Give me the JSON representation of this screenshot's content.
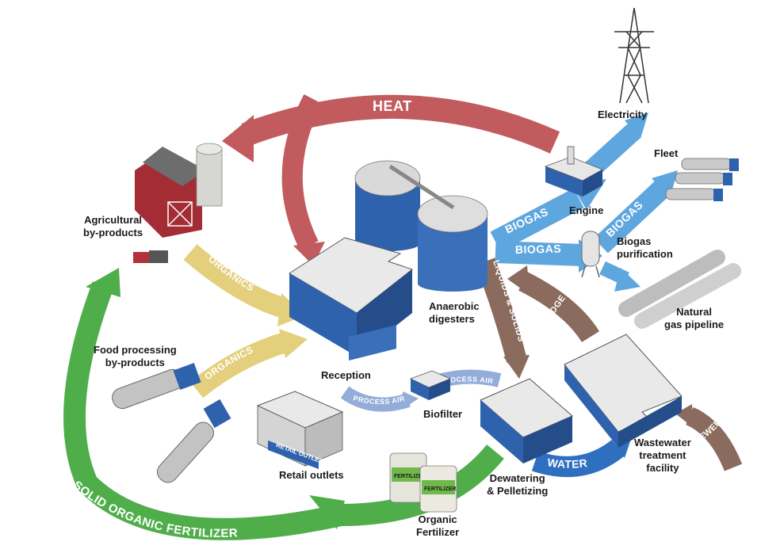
{
  "colors": {
    "heat": "#c25b5e",
    "organics": "#e4cf7c",
    "biogas": "#5ea6de",
    "sludge": "#8a6b5e",
    "water": "#2e6fc0",
    "fertilizer": "#4fae4a",
    "process_air": "#93acd9",
    "building_blue": "#2f62ad",
    "roof_gray": "#e7e7e7"
  },
  "flows": {
    "heat": "HEAT",
    "organics_1": "ORGANICS",
    "organics_2": "ORGANICS",
    "biogas_1": "BIOGAS",
    "biogas_2": "BIOGAS",
    "biogas_3": "BIOGAS",
    "liquids_solids": "LIQUIDS & SOLIDS",
    "sludge": "SLUDGE",
    "process_air_1": "PROCESS AIR",
    "process_air_2": "PROCESS AIR",
    "water": "WATER",
    "sewer": "SEWER",
    "fertilizer": "LIQUID & SOLID ORGANIC FERTILIZER"
  },
  "nodes": {
    "electricity": "Electricity",
    "engine": "Engine",
    "fleet": "Fleet",
    "biogas_purification": [
      "Biogas",
      "purification"
    ],
    "natural_gas_pipeline": [
      "Natural",
      "gas pipeline"
    ],
    "agricultural": [
      "Agricultural",
      "by-products"
    ],
    "food_processing": [
      "Food processing",
      "by-products"
    ],
    "anaerobic_digesters": [
      "Anaerobic",
      "digesters"
    ],
    "reception": "Reception",
    "biofilter": "Biofilter",
    "retail_outlets": "Retail outlets",
    "dewatering": [
      "Dewatering",
      "& Pelletizing"
    ],
    "wastewater": [
      "Wastewater",
      "treatment",
      "facility"
    ],
    "organic_fertilizer": [
      "Organic",
      "Fertilizer"
    ]
  },
  "signs": {
    "retail": "RETAIL OUTLET",
    "fertilizer_bag_1": "FERTILIZER",
    "fertilizer_bag_2": "FERTILIZER"
  }
}
